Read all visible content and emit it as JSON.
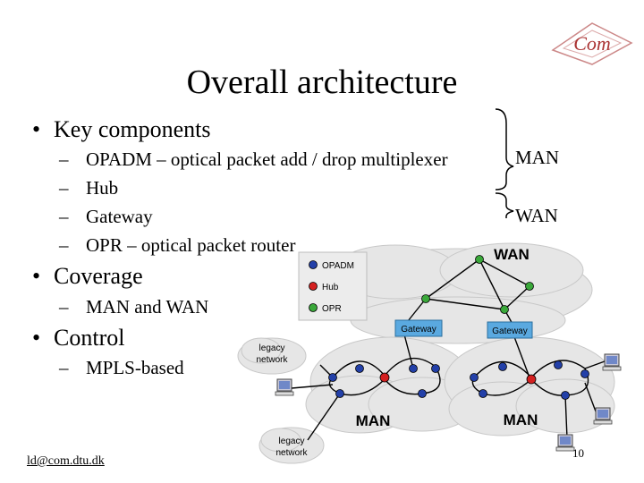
{
  "slide": {
    "title": "Overall architecture",
    "bullets": [
      {
        "label": "Key components",
        "subs": [
          "OPADM – optical packet add / drop multiplexer",
          "Hub",
          "Gateway",
          "OPR – optical packet router"
        ]
      },
      {
        "label": "Coverage",
        "subs": [
          "MAN and WAN"
        ]
      },
      {
        "label": "Control",
        "subs": [
          "MPLS-based"
        ]
      }
    ],
    "bullet_glyph": "•",
    "dash_glyph": "–",
    "brace_labels": {
      "man": "MAN",
      "wan": "WAN"
    },
    "footer": {
      "email": "ld@com.dtu.dk",
      "page": "10"
    }
  },
  "logo": {
    "text": "Com"
  },
  "diagram": {
    "legend": [
      {
        "label": "OPADM",
        "color": "#2340a8"
      },
      {
        "label": "Hub",
        "color": "#d42020"
      },
      {
        "label": "OPR",
        "color": "#3aa83a"
      }
    ],
    "clouds": {
      "wan": "WAN",
      "man_left": "MAN",
      "man_right": "MAN"
    },
    "gateway_label": "Gateway",
    "legacy_label_line1": "legacy",
    "legacy_label_line2": "network",
    "colors": {
      "gateway_fill": "#5aa9e0",
      "cloud_fill": "#e6e6e6",
      "link": "#000000"
    }
  }
}
